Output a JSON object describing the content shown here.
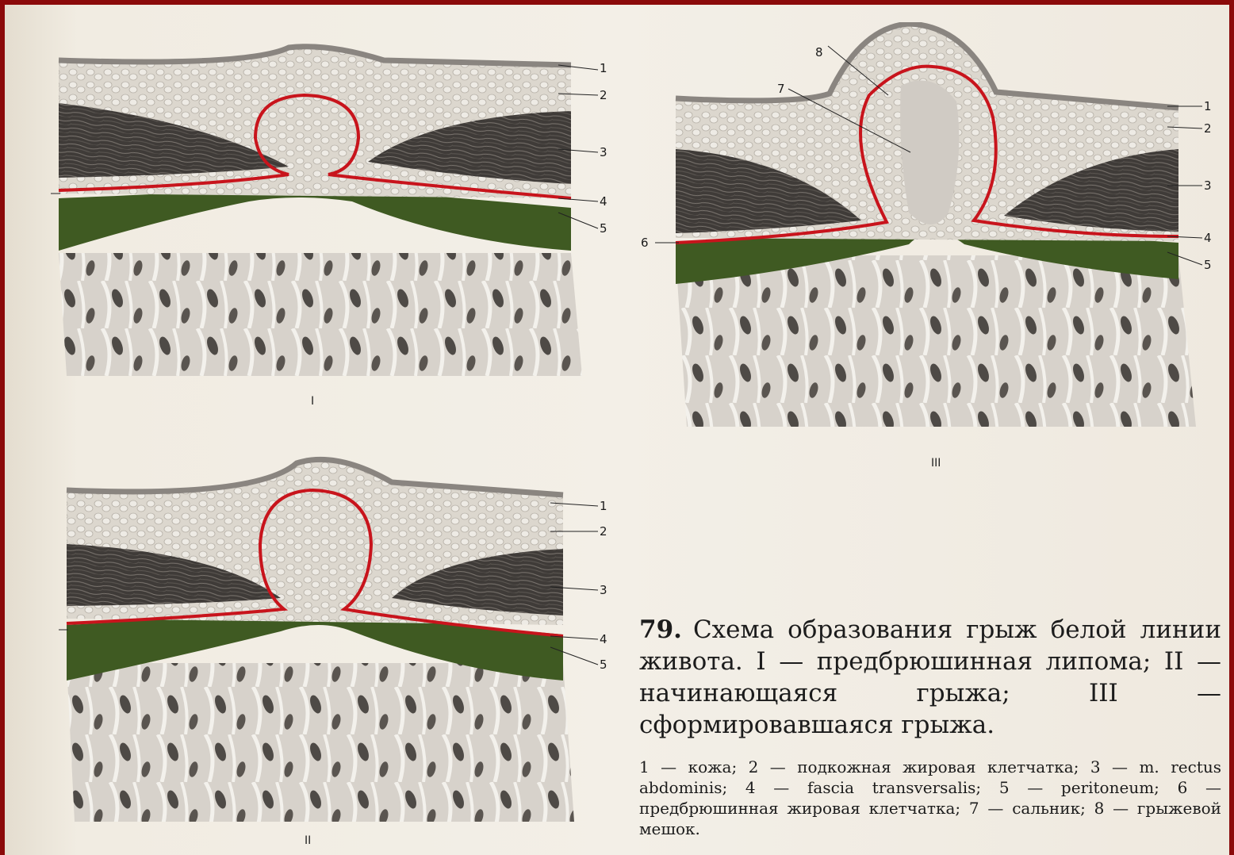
{
  "figure": {
    "panels": [
      {
        "id": "I",
        "roman": "I",
        "labels": [
          "1",
          "2",
          "3",
          "4",
          "5"
        ]
      },
      {
        "id": "II",
        "roman": "II",
        "labels": [
          "1",
          "2",
          "3",
          "4",
          "5"
        ]
      },
      {
        "id": "III",
        "roman": "III",
        "labels": [
          "8",
          "7",
          "1",
          "2",
          "3",
          "6",
          "4",
          "5"
        ]
      }
    ],
    "colors": {
      "skin": "#8a8580",
      "fat": "#d9d4cb",
      "muscle": "#3e3a37",
      "fascia": "#c8141c",
      "peritoneum": "#3f5a22",
      "tissue": "#cfcac3"
    }
  },
  "caption": {
    "number": "79.",
    "title": "Схема образования грыж белой линии живота. I — предбрюшинная липома; II — начинающаяся грыжа; III — сформировавшаяся грыжа.",
    "legend": "1 — кожа; 2 — подкожная жировая клетчатка; 3 — m. rectus abdominis; 4 — fascia transversalis; 5 — peritoneum; 6 — предбрюшинная жировая клетчатка; 7 — сальник; 8 — грыжевой мешок."
  }
}
